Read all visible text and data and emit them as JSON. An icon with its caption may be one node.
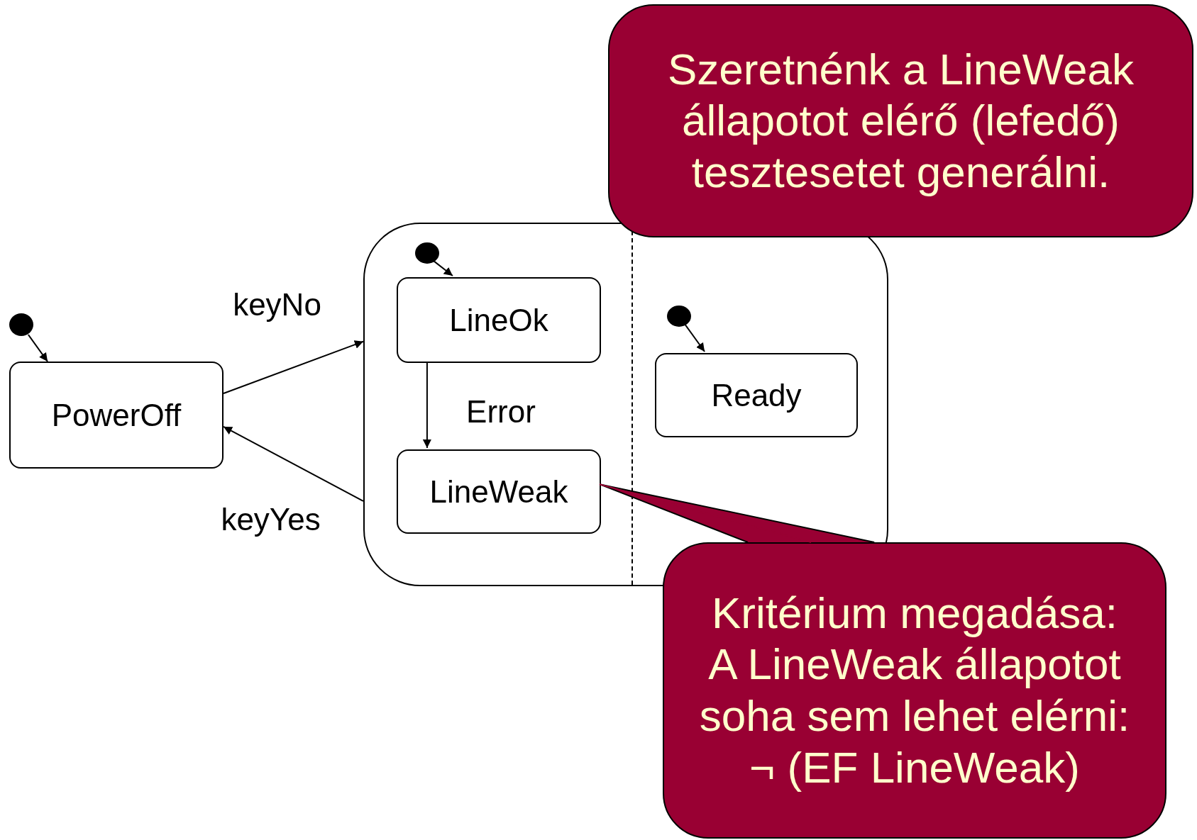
{
  "diagram": {
    "nodes": [
      {
        "text": [],
        "shape": "circle"
      },
      {
        "text": [
          "PowerOff"
        ]
      },
      {
        "text": [],
        "shape": "box"
      },
      {
        "text": [],
        "shape": "circle",
        "in": 2
      },
      {
        "text": [
          "LineOk"
        ],
        "in": 2
      },
      {
        "text": [
          "LineWeak"
        ],
        "in": 2
      },
      {
        "text": [],
        "shape": "circle",
        "in": 2
      },
      {
        "text": [
          "Ready"
        ],
        "in": 2
      },
      {
        "text": [
          "Szeretnénk a LineWeak állapotot elérő (lefedő) tesztesetet generálni."
        ]
      },
      {
        "text": [
          "Kritérium megadása:",
          "A LineWeak állapotot soha sem lehet elérni:",
          "¬ (EF LineWeak)"
        ]
      }
    ],
    "edges": [
      {
        "from": 0,
        "to": 1,
        "arrow": "to"
      },
      {
        "from": 1,
        "to": 2,
        "arrow": "to",
        "label": "keyNo"
      },
      {
        "from": 2,
        "to": 1,
        "arrow": "to",
        "label": "keyYes"
      },
      {
        "from": 3,
        "to": 4,
        "arrow": "to"
      },
      {
        "from": 4,
        "to": 5,
        "arrow": "to",
        "label": "Error"
      },
      {
        "from": 6,
        "to": 7,
        "arrow": "to"
      },
      {
        "from": 9,
        "to": 5,
        "arrow": "none",
        "color": "#990033"
      }
    ]
  }
}
